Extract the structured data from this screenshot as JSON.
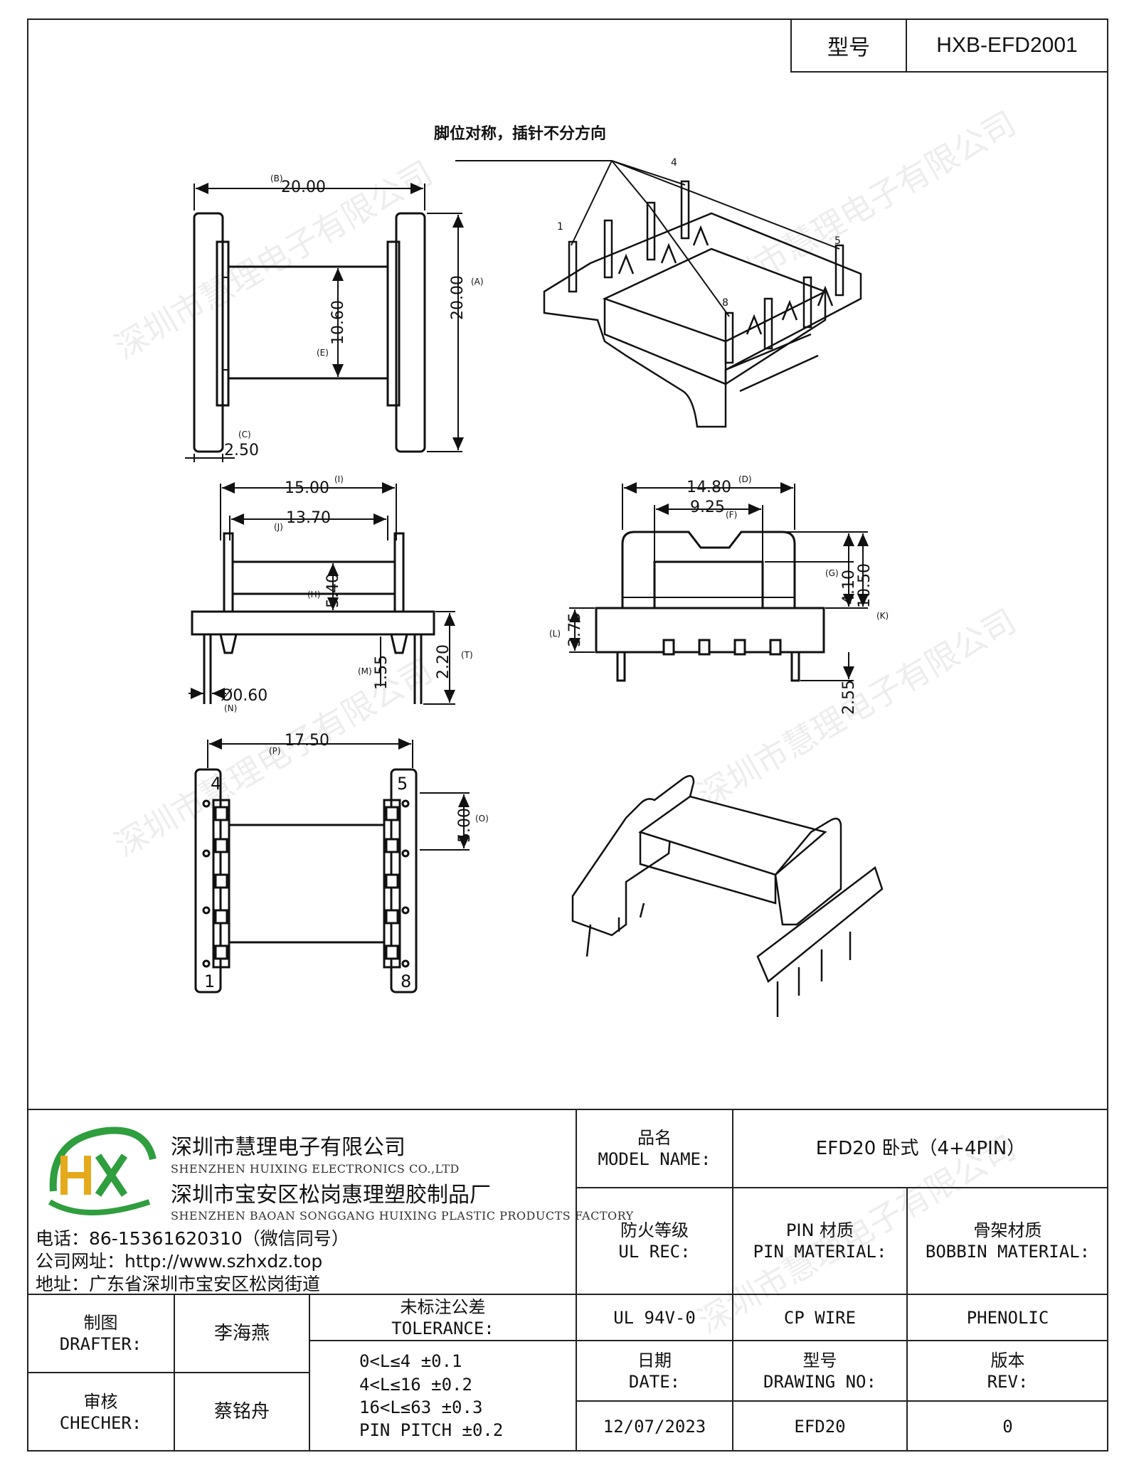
{
  "header": {
    "model_label": "型号",
    "model_value": "HXB-EFD2001"
  },
  "annotation": {
    "note": "脚位对称，插针不分方向"
  },
  "top_view": {
    "width": "20.00",
    "width_tag": "(B)",
    "height": "20.00",
    "height_tag": "(A)",
    "inner": "10.60",
    "inner_tag": "(E)",
    "flange": "2.50",
    "flange_tag": "(C)"
  },
  "front_view": {
    "total": "15.00",
    "total_tag": "(I)",
    "inner": "13.70",
    "inner_tag": "(J)",
    "winding": "5.40",
    "winding_tag": "(H)",
    "pin_pitch_h": "1.55",
    "pin_pitch_tag": "(M)",
    "stand": "2.20",
    "stand_tag": "(T)",
    "pin_dia": "Ø0.60",
    "pin_dia_tag": "(N)"
  },
  "side_view": {
    "total": "14.80",
    "total_tag": "(D)",
    "slot": "9.25",
    "slot_tag": "(F)",
    "slot_depth": "4.10",
    "slot_depth_tag": "(G)",
    "height": "10.50",
    "height_tag": "(K)",
    "base": "3.75",
    "base_tag": "(L)",
    "pin_len": "2.55"
  },
  "bottom_view": {
    "span": "17.50",
    "span_tag": "(P)",
    "pitch": "5.00",
    "pitch_tag": "(O)",
    "pins": [
      "4",
      "5",
      "1",
      "8"
    ]
  },
  "iso_view": {
    "pin_labels": [
      "1",
      "4",
      "5",
      "8"
    ]
  },
  "watermark": "深圳市慧理电子有限公司",
  "company": {
    "name_cn": "深圳市慧理电子有限公司",
    "name_en": "SHENZHEN HUIXING ELECTRONICS CO.,LTD",
    "factory_cn": "深圳市宝安区松岗惠理塑胶制品厂",
    "factory_en": "SHENZHEN BAOAN SONGGANG HUIXING PLASTIC PRODUCTS FACTORY",
    "phone": "电话：86-15361620310（微信同号）",
    "website": "公司网址：http://www.szhxdz.top",
    "address": "地址：广东省深圳市宝安区松岗街道",
    "logo_text": "HX"
  },
  "title_block": {
    "model_name_cn": "品名",
    "model_name_en": "MODEL NAME:",
    "model_name_value": "EFD20 卧式（4+4PIN）",
    "ul_cn": "防火等级",
    "ul_en": "UL REC:",
    "pin_mat_cn": "PIN 材质",
    "pin_mat_en": "PIN MATERIAL:",
    "bobbin_cn": "骨架材质",
    "bobbin_en": "BOBBIN MATERIAL:",
    "ul_value": "UL 94V-0",
    "pin_value": "CP WIRE",
    "bobbin_value": "PHENOLIC",
    "drafter_cn": "制图",
    "drafter_en": "DRAFTER:",
    "drafter_name": "李海燕",
    "checker_cn": "审核",
    "checker_en": "CHECHER:",
    "checker_name": "蔡铭舟",
    "tol_cn": "未标注公差",
    "tol_en": "TOLERANCE:",
    "tol_lines": [
      "0<L≤4  ±0.1",
      "4<L≤16 ±0.2",
      "16<L≤63 ±0.3",
      "PIN PITCH ±0.2"
    ],
    "date_cn": "日期",
    "date_en": "DATE:",
    "date_value": "12/07/2023",
    "dwg_cn": "型号",
    "dwg_en": "DRAWING NO:",
    "dwg_value": "EFD20",
    "rev_cn": "版本",
    "rev_en": "REV:",
    "rev_value": "0"
  }
}
